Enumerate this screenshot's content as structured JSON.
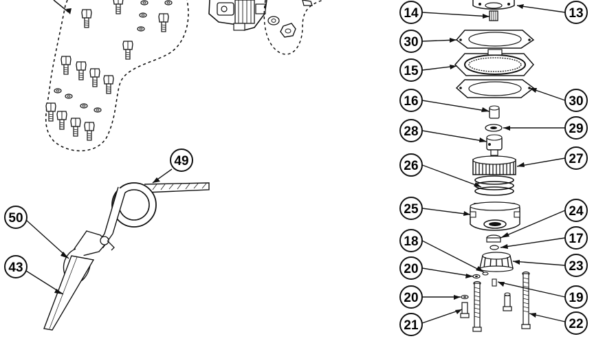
{
  "colors": {
    "ink": "#111111",
    "paper": "#ffffff",
    "shade": "#d9d9d9",
    "steel": "#8c8c8c"
  },
  "callouts": [
    {
      "id": "c13",
      "label": "13"
    },
    {
      "id": "c14",
      "label": "14"
    },
    {
      "id": "c30a",
      "label": "30"
    },
    {
      "id": "c15",
      "label": "15"
    },
    {
      "id": "c30b",
      "label": "30"
    },
    {
      "id": "c16",
      "label": "16"
    },
    {
      "id": "c29",
      "label": "29"
    },
    {
      "id": "c28",
      "label": "28"
    },
    {
      "id": "c26",
      "label": "26"
    },
    {
      "id": "c27",
      "label": "27"
    },
    {
      "id": "c25",
      "label": "25"
    },
    {
      "id": "c24",
      "label": "24"
    },
    {
      "id": "c17",
      "label": "17"
    },
    {
      "id": "c18",
      "label": "18"
    },
    {
      "id": "c23",
      "label": "23"
    },
    {
      "id": "c20a",
      "label": "20"
    },
    {
      "id": "c19",
      "label": "19"
    },
    {
      "id": "c20b",
      "label": "20"
    },
    {
      "id": "c21",
      "label": "21"
    },
    {
      "id": "c22",
      "label": "22"
    },
    {
      "id": "c49",
      "label": "49"
    },
    {
      "id": "c50",
      "label": "50"
    },
    {
      "id": "c43",
      "label": "43"
    }
  ]
}
